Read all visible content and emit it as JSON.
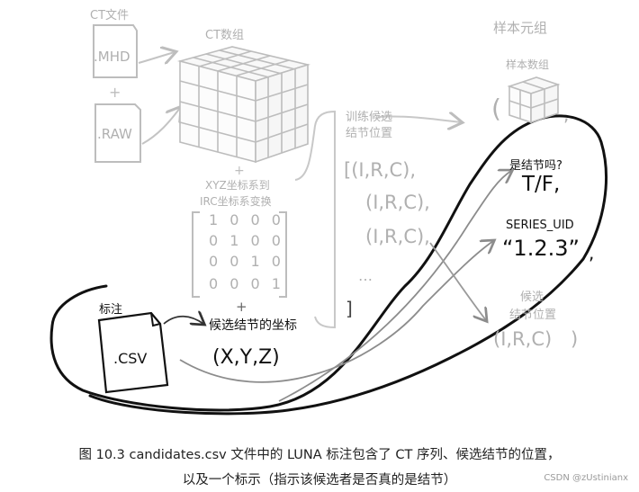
{
  "diagram": {
    "ct_file_label": "CT文件",
    "mhd_label": ".MHD",
    "plus_1": "+",
    "raw_label": ".RAW",
    "ct_array_label": "CT数组",
    "plus_2": "+",
    "transform_label_1": "XYZ坐标系到",
    "transform_label_2": "IRC坐标系变换",
    "matrix_rows": [
      "1 0 0 0",
      "0 1 0 0",
      "0 0 1 0",
      "0 0 0 1"
    ],
    "plus_3": "+",
    "annotation_label": "标注",
    "csv_label": ".CSV",
    "candidate_coords_label": "候选结节的坐标",
    "xyz_label": "(X,Y,Z)",
    "training_label_1": "训练候选",
    "training_label_2": "结节位置",
    "irc_list": [
      "[(I,R,C),",
      "(I,R,C),",
      "(I,R,C),"
    ],
    "ellipsis": "…",
    "list_close": "]",
    "sample_tuple_label": "样本元组",
    "sample_array_label": "样本数组",
    "tuple_open": "(",
    "tuple_comma": ",",
    "is_nodule_label": "是结节吗?",
    "tf_label": "T/F,",
    "series_uid_label": "SERIES_UID",
    "uid_value": "“1.2.3”",
    "uid_comma": ",",
    "candidate_pos_label_1": "候选",
    "candidate_pos_label_2": "结节位置",
    "candidate_irc": "(I,R,C)",
    "tuple_close": ")"
  },
  "caption": {
    "line1": "图 10.3   candidates.csv 文件中的 LUNA 标注包含了 CT 序列、候选结节的位置，",
    "line2": "以及一个标示（指示该候选者是否真的是结节）"
  },
  "watermark": "CSDN @zUstinianx",
  "colors": {
    "faded": "#b9b9b9",
    "ink": "#1a1a1a",
    "arrow_gray": "#9a9a9a"
  }
}
